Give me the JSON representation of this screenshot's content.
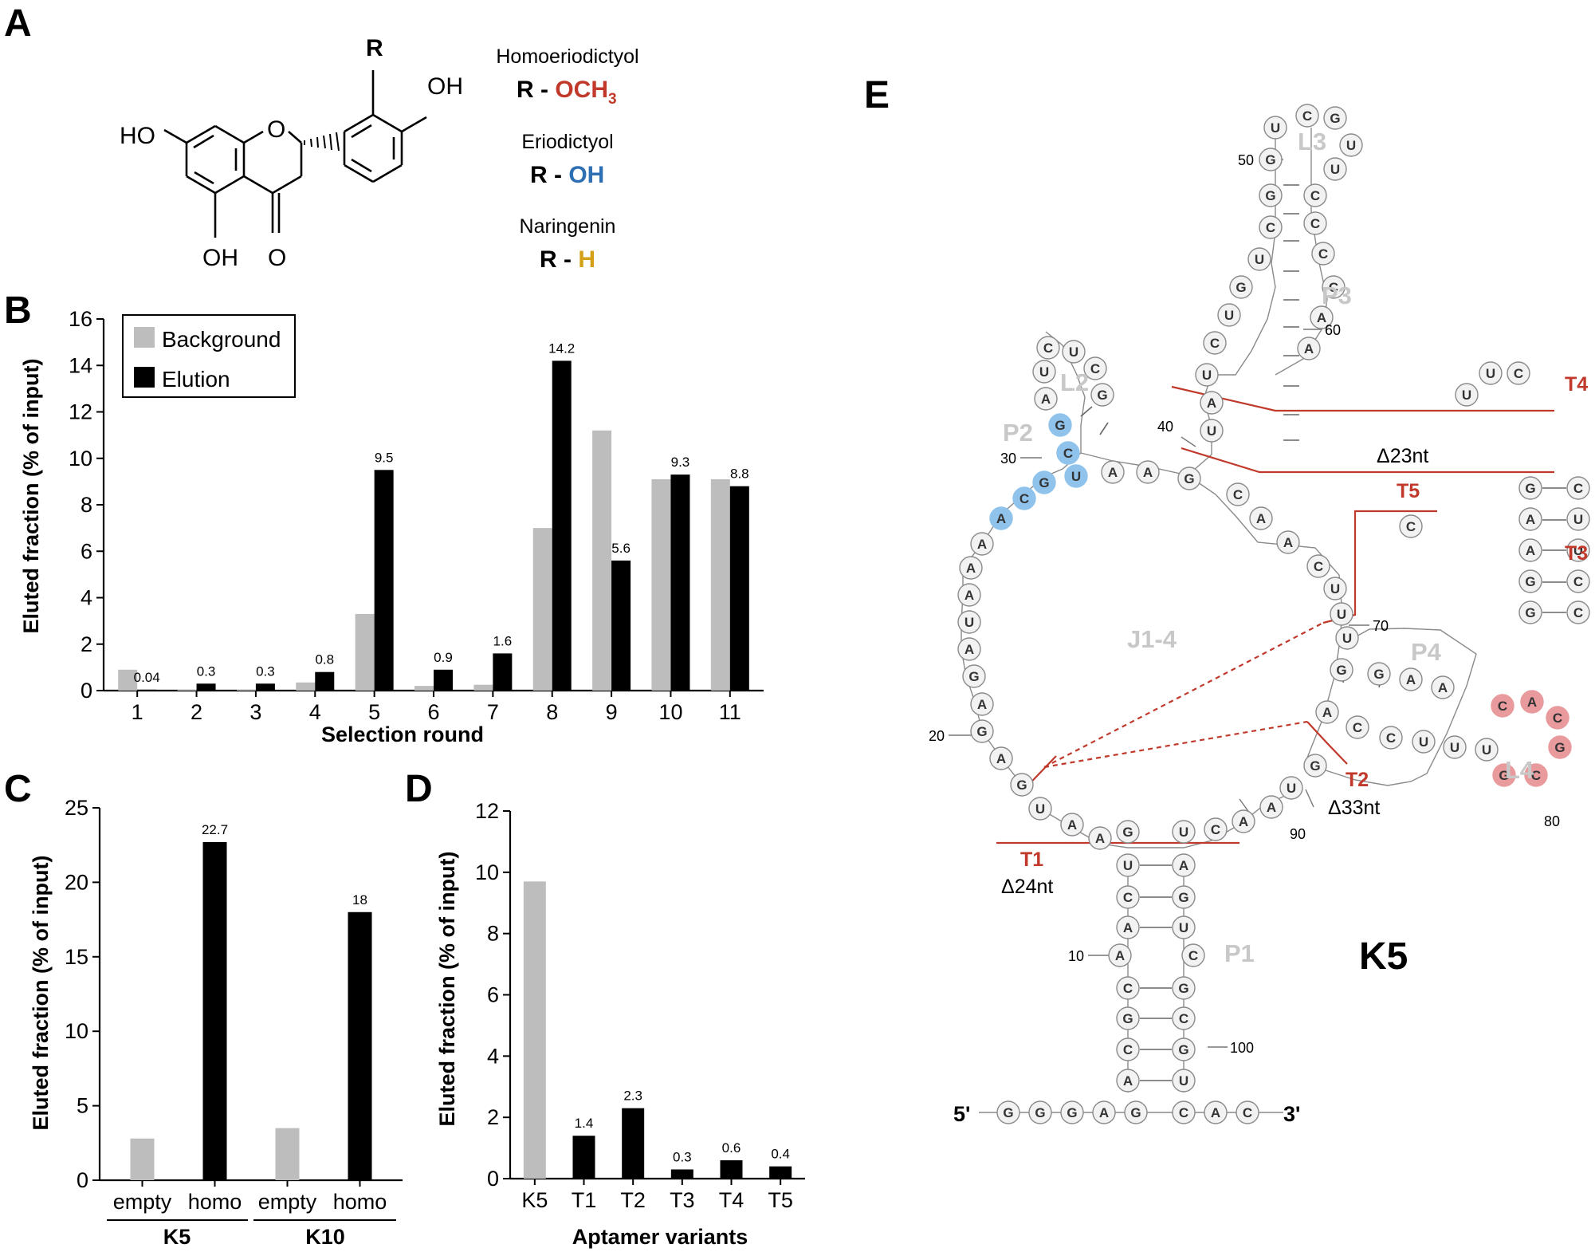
{
  "panel_labels": {
    "a": "A",
    "b": "B",
    "c": "C",
    "d": "D",
    "e": "E"
  },
  "panel_a": {
    "substituent": "R",
    "atoms": {
      "oh_b_ring": "OH",
      "ho_a_ring": "HO",
      "ring_o": "O",
      "oh_bottom": "OH",
      "ketone_o": "O"
    },
    "compounds": [
      {
        "name": "Homoeriodictyol",
        "prefix": "R - ",
        "group": "OCH",
        "sub": "3",
        "color": "#c0392b"
      },
      {
        "name": "Eriodictyol",
        "prefix": "R - ",
        "group": "OH",
        "sub": "",
        "color": "#2e6fb3"
      },
      {
        "name": "Naringenin",
        "prefix": "R - ",
        "group": "H",
        "sub": "",
        "color": "#d4a017"
      }
    ]
  },
  "chart_data": [
    {
      "panel": "B",
      "type": "bar",
      "categories": [
        "1",
        "2",
        "3",
        "4",
        "5",
        "6",
        "7",
        "8",
        "9",
        "10",
        "11"
      ],
      "series": [
        {
          "name": "Background",
          "color": "#bdbdbd",
          "values": [
            0.9,
            0.05,
            0.05,
            0.35,
            3.3,
            0.2,
            0.25,
            7.0,
            11.2,
            9.1,
            9.1
          ]
        },
        {
          "name": "Elution",
          "color": "#000000",
          "values": [
            0.04,
            0.3,
            0.3,
            0.8,
            9.5,
            0.9,
            1.6,
            14.2,
            5.6,
            9.3,
            8.8
          ]
        }
      ],
      "data_labels": [
        "0.04",
        "0.3",
        "0.3",
        "0.8",
        "9.5",
        "0.9",
        "1.6",
        "14.2",
        "5.6",
        "9.3",
        "8.8"
      ],
      "xlabel": "Selection round",
      "ylabel": "Eluted fraction (% of input)",
      "ylim": [
        0,
        16
      ],
      "yticks": [
        "0",
        "2",
        "4",
        "6",
        "8",
        "10",
        "12",
        "14",
        "16"
      ],
      "legend_position": "top-left",
      "grid": false
    },
    {
      "panel": "C",
      "type": "bar",
      "categories": [
        "empty",
        "homo",
        "empty",
        "homo"
      ],
      "groups": [
        "K5",
        "K10"
      ],
      "values": [
        2.8,
        22.7,
        3.5,
        18
      ],
      "colors": [
        "#bdbdbd",
        "#000000",
        "#bdbdbd",
        "#000000"
      ],
      "data_labels": [
        "",
        "22.7",
        "",
        "18"
      ],
      "ylabel": "Eluted fraction (% of input)",
      "ylim": [
        0,
        25
      ],
      "yticks": [
        "0",
        "5",
        "10",
        "15",
        "20",
        "25"
      ],
      "grid": false
    },
    {
      "panel": "D",
      "type": "bar",
      "categories": [
        "K5",
        "T1",
        "T2",
        "T3",
        "T4",
        "T5"
      ],
      "values": [
        9.7,
        1.4,
        2.3,
        0.3,
        0.6,
        0.4
      ],
      "colors": [
        "#bdbdbd",
        "#000000",
        "#000000",
        "#000000",
        "#000000",
        "#000000"
      ],
      "data_labels": [
        "",
        "1.4",
        "2.3",
        "0.3",
        "0.6",
        "0.4"
      ],
      "xlabel": "Aptamer variants",
      "ylabel": "Eluted fraction (% of input)",
      "ylim": [
        0,
        12
      ],
      "yticks": [
        "0",
        "2",
        "4",
        "6",
        "8",
        "10",
        "12"
      ],
      "grid": false
    }
  ],
  "panel_e": {
    "name": "K5",
    "five_prime": "5'",
    "three_prime": "3'",
    "regions": [
      "P1",
      "P2",
      "P3",
      "P4",
      "L2",
      "L3",
      "L4",
      "J1-4"
    ],
    "truncations": [
      {
        "id": "T1",
        "delta": "Δ24nt"
      },
      {
        "id": "T2",
        "delta": "Δ33nt"
      },
      {
        "id": "T3",
        "delta": ""
      },
      {
        "id": "T4",
        "delta": ""
      },
      {
        "id": "T5",
        "delta": ""
      },
      {
        "id": "",
        "delta": "Δ23nt"
      }
    ],
    "positions": [
      "10",
      "20",
      "30",
      "40",
      "50",
      "60",
      "70",
      "80",
      "90",
      "100"
    ],
    "nucleotides": {
      "base": [
        "G",
        "G",
        "G",
        "A",
        "G",
        "C",
        "A",
        "C"
      ],
      "p1_left": [
        "A",
        "C",
        "G",
        "C",
        "A",
        "A",
        "C",
        "U"
      ],
      "p1_right": [
        "U",
        "G",
        "C",
        "G",
        "C",
        "U",
        "G",
        "A"
      ],
      "junction_bottom": [
        "U",
        "A",
        "A",
        "G",
        "U",
        "C",
        "A",
        "A",
        "U",
        "G"
      ],
      "j_left": [
        "G",
        "A",
        "G",
        "A",
        "G",
        "A",
        "U",
        "A",
        "A",
        "A"
      ],
      "p2_blue": [
        "A",
        "C",
        "G",
        "U",
        "C",
        "G"
      ],
      "l2": [
        "A",
        "U",
        "C",
        "U",
        "C",
        "G"
      ],
      "j_top": [
        "A",
        "A",
        "G",
        "C",
        "A",
        "A",
        "C",
        "U",
        "U"
      ],
      "p3": [
        "U",
        "A",
        "U",
        "C",
        "U",
        "G",
        "U",
        "C",
        "G",
        "G",
        "U",
        "C",
        "G",
        "U",
        "U",
        "C",
        "C",
        "C",
        "C",
        "A",
        "A"
      ],
      "p4": [
        "U",
        "G",
        "G",
        "A",
        "A",
        "A",
        "C",
        "C",
        "U",
        "U",
        "U",
        "G",
        "C"
      ],
      "l4_red": [
        "C",
        "A",
        "C",
        "G",
        "C",
        "G"
      ],
      "t4": [
        "U",
        "U",
        "C"
      ],
      "t5": [
        "C"
      ],
      "t3_left": [
        "G",
        "A",
        "A",
        "G",
        "G"
      ],
      "t3_right": [
        "C",
        "U",
        "U",
        "C",
        "C"
      ]
    }
  }
}
